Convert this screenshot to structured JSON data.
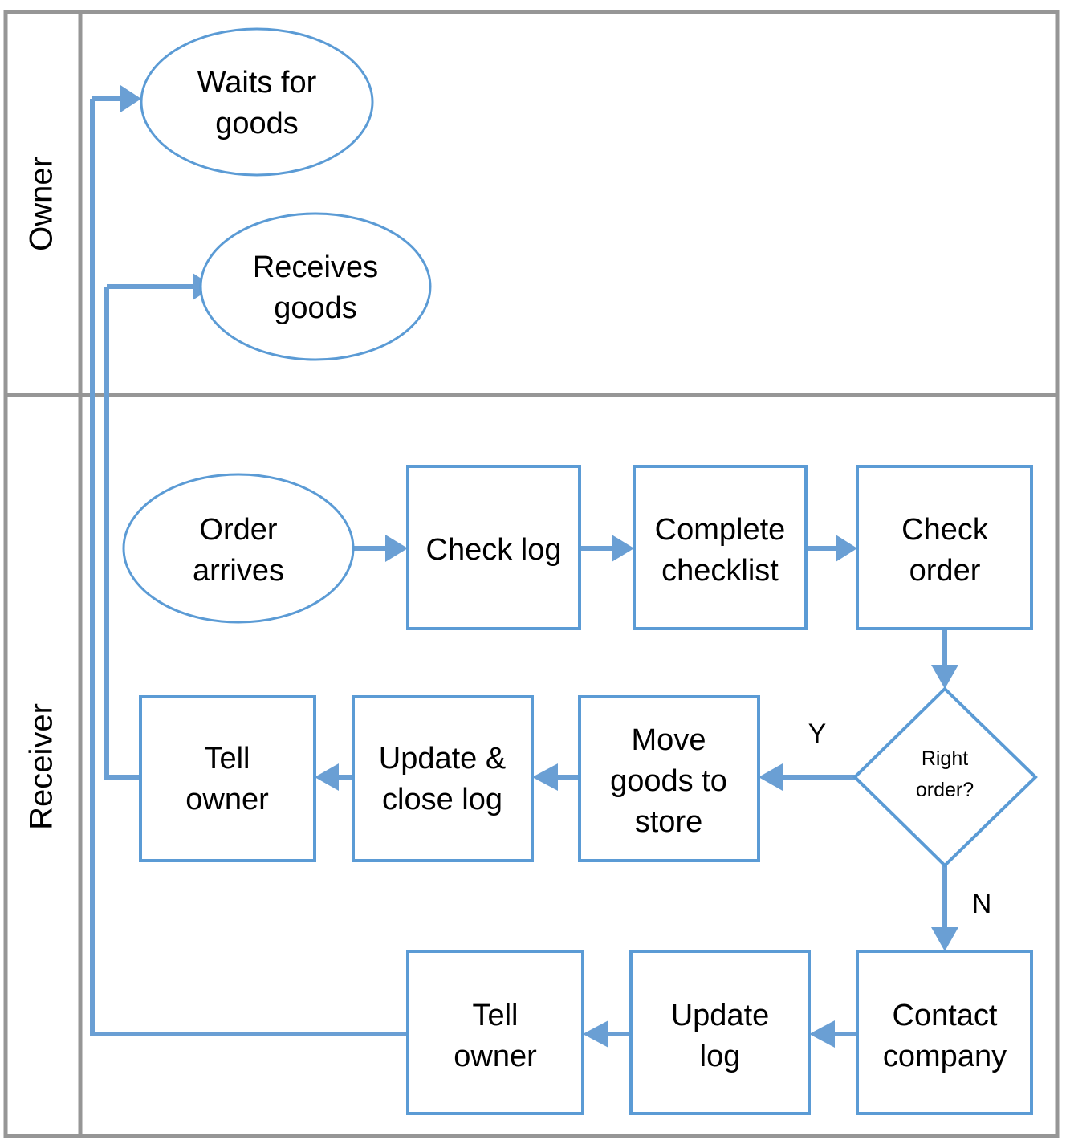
{
  "diagram": {
    "type": "swimlane-flowchart",
    "colors": {
      "lane_border": "#969696",
      "shape_stroke": "#5b9bd5",
      "connector": "#6a9fd4",
      "text": "#000000",
      "background": "#ffffff"
    },
    "lanes": [
      {
        "id": "owner",
        "label": "Owner"
      },
      {
        "id": "receiver",
        "label": "Receiver"
      }
    ],
    "nodes": {
      "waits_for_goods": {
        "label_line1": "Waits for",
        "label_line2": "goods",
        "shape": "ellipse",
        "lane": "owner"
      },
      "receives_goods": {
        "label_line1": "Receives",
        "label_line2": "goods",
        "shape": "ellipse",
        "lane": "owner"
      },
      "order_arrives": {
        "label_line1": "Order",
        "label_line2": "arrives",
        "shape": "ellipse",
        "lane": "receiver"
      },
      "check_log": {
        "label_line1": "Check log",
        "label_line2": "",
        "shape": "rectangle",
        "lane": "receiver"
      },
      "complete_checklist": {
        "label_line1": "Complete",
        "label_line2": "checklist",
        "shape": "rectangle",
        "lane": "receiver"
      },
      "check_order": {
        "label_line1": "Check",
        "label_line2": "order",
        "shape": "rectangle",
        "lane": "receiver"
      },
      "right_order_decision": {
        "label_line1": "Right",
        "label_line2": "order?",
        "shape": "diamond",
        "lane": "receiver"
      },
      "move_goods_to_store": {
        "label_line1": "Move",
        "label_line2": "goods to",
        "label_line3": "store",
        "shape": "rectangle",
        "lane": "receiver"
      },
      "update_close_log": {
        "label_line1": "Update &",
        "label_line2": "close log",
        "shape": "rectangle",
        "lane": "receiver"
      },
      "tell_owner_yes": {
        "label_line1": "Tell",
        "label_line2": "owner",
        "shape": "rectangle",
        "lane": "receiver"
      },
      "contact_company": {
        "label_line1": "Contact",
        "label_line2": "company",
        "shape": "rectangle",
        "lane": "receiver"
      },
      "update_log": {
        "label_line1": "Update",
        "label_line2": "log",
        "shape": "rectangle",
        "lane": "receiver"
      },
      "tell_owner_no": {
        "label_line1": "Tell",
        "label_line2": "owner",
        "shape": "rectangle",
        "lane": "receiver"
      }
    },
    "edge_labels": {
      "yes": "Y",
      "no": "N"
    }
  }
}
